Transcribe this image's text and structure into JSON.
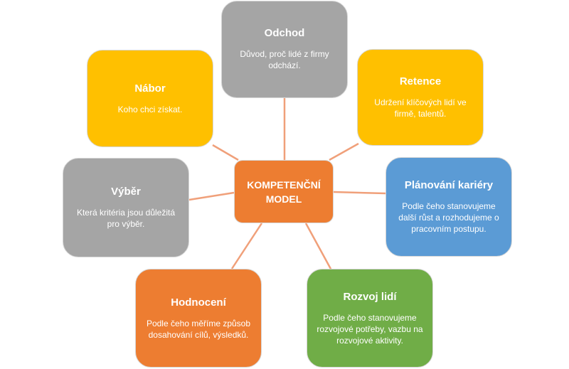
{
  "center": {
    "line1": "KOMPETENČNÍ",
    "line2": "MODEL",
    "color": "#ed7d31"
  },
  "nodes": {
    "odchod": {
      "title": "Odchod",
      "desc": "Důvod, proč lidé  z firmy odchází.",
      "color": "#a5a5a5"
    },
    "retence": {
      "title": "Retence",
      "desc": "Udržení klíčových lidí ve firmě, talentů.",
      "color": "#ffc000"
    },
    "planovani": {
      "title": "Plánování kariéry",
      "desc": "Podle čeho stanovujeme další růst a rozhodujeme o pracovním postupu.",
      "color": "#5b9bd5"
    },
    "rozvoj": {
      "title": "Rozvoj lidí",
      "desc": "Podle čeho stanovujeme rozvojové potřeby, vazbu na rozvojové aktivity.",
      "color": "#70ad47"
    },
    "hodnoceni": {
      "title": "Hodnocení",
      "desc": "Podle čeho měříme způsob dosahování cílů, výsledků.",
      "color": "#ed7d31"
    },
    "vyber": {
      "title": "Výběr",
      "desc": "Která kritéria jsou důležitá pro výběr.",
      "color": "#a5a5a5"
    },
    "nabor": {
      "title": "Nábor",
      "desc": "Koho chci získat.",
      "color": "#ffc000"
    }
  },
  "connector_color": "#f0a07a"
}
